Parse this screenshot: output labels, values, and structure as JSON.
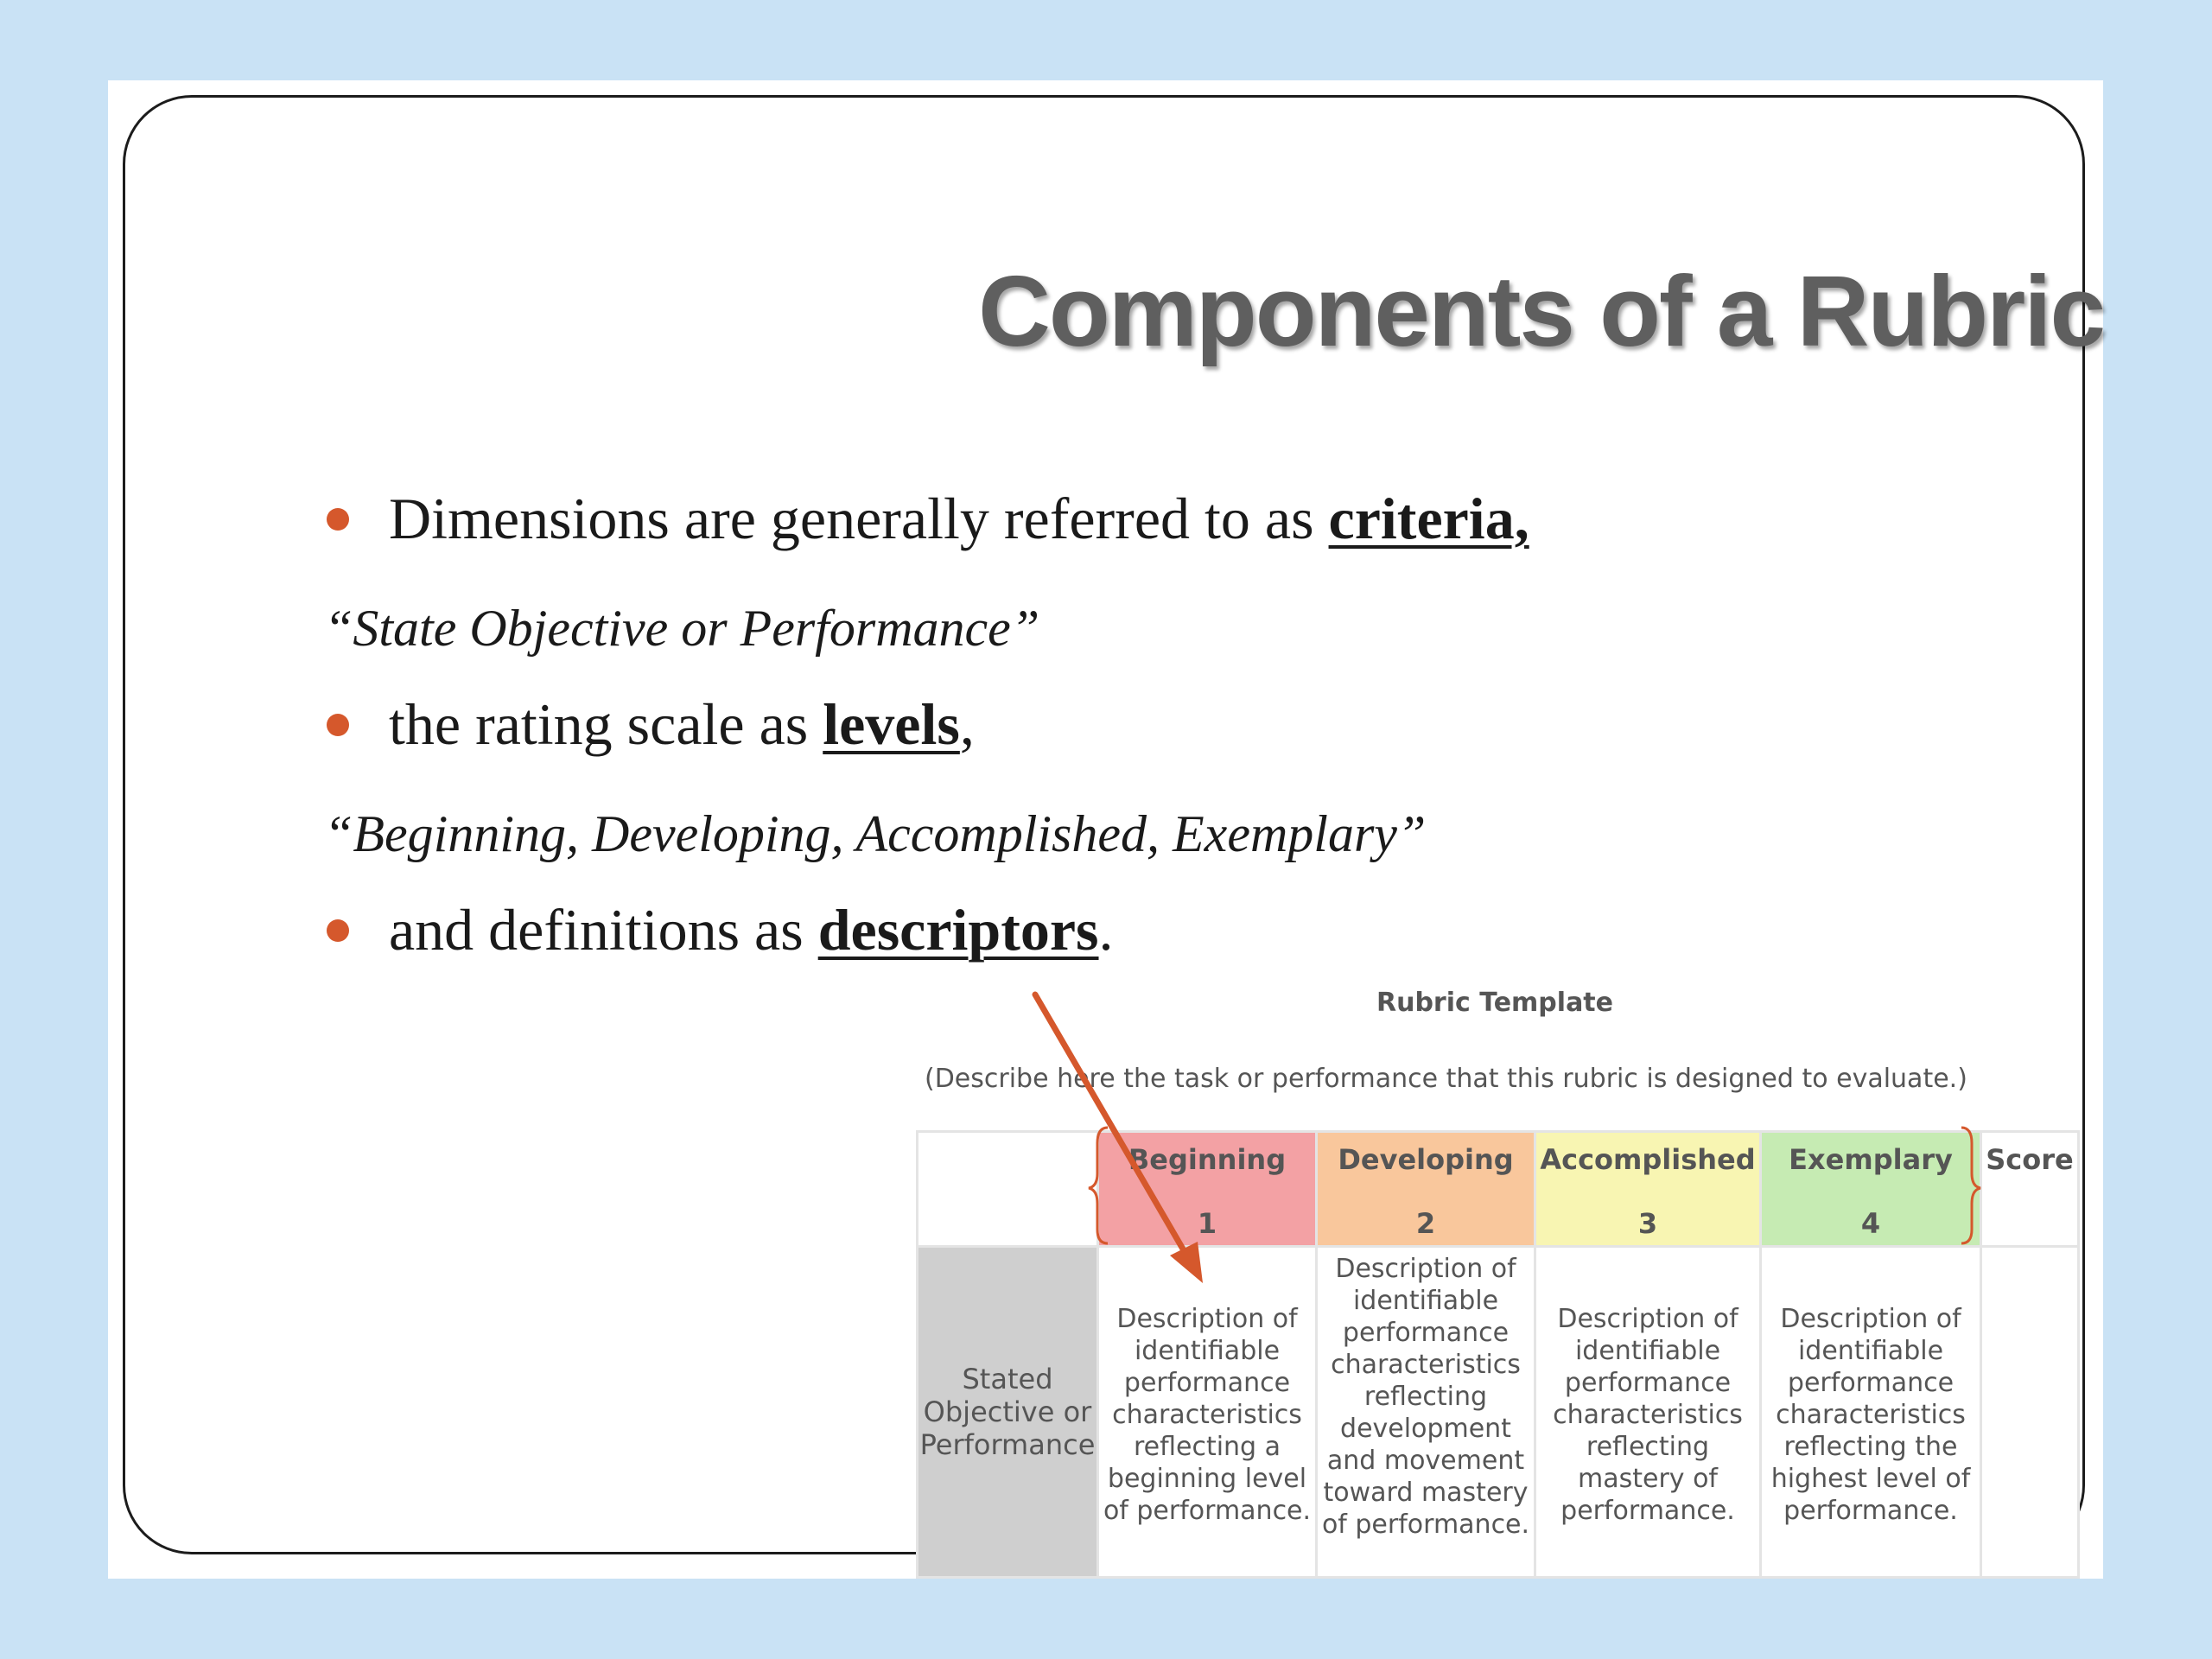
{
  "slide": {
    "title": "Components of a Rubric",
    "bullets": [
      {
        "text": "Dimensions are generally referred to as ",
        "keyword": "criteria,",
        "suffix": ""
      },
      {
        "text": "the rating scale as ",
        "keyword": "levels",
        "suffix": ","
      },
      {
        "text": "and definitions as ",
        "keyword": "descriptors",
        "suffix": "."
      }
    ],
    "quotes": [
      "“State Objective or Performance”",
      "“Beginning, Developing, Accomplished, Exemplary”"
    ]
  },
  "rubric_template": {
    "title": "Rubric Template",
    "description": "(Describe here the task or performance that this rubric is designed to evaluate.)",
    "levels": [
      {
        "name": "Beginning",
        "number": "1"
      },
      {
        "name": "Developing",
        "number": "2"
      },
      {
        "name": "Accomplished",
        "number": "3"
      },
      {
        "name": "Exemplary",
        "number": "4"
      }
    ],
    "score_header": "Score",
    "criterion": "Stated Objective or Performance",
    "descriptors": [
      "Description of identifiable performance characteristics reflecting a beginning level of performance.",
      "Description of identifiable performance characteristics reflecting development and movement toward mastery of performance.",
      "Description of identifiable performance characteristics reflecting mastery of performance.",
      "Description of identifiable performance characteristics reflecting the highest level of performance."
    ]
  },
  "colors": {
    "background": "#c9e2f5",
    "bullet": "#d5582c",
    "arrow": "#d5582c",
    "beginning": "#f3a1a4",
    "developing": "#f9c79c",
    "accomplished": "#f8f5b2",
    "exemplary": "#c6ebb3",
    "criterion_fill": "#cfcfcf"
  }
}
